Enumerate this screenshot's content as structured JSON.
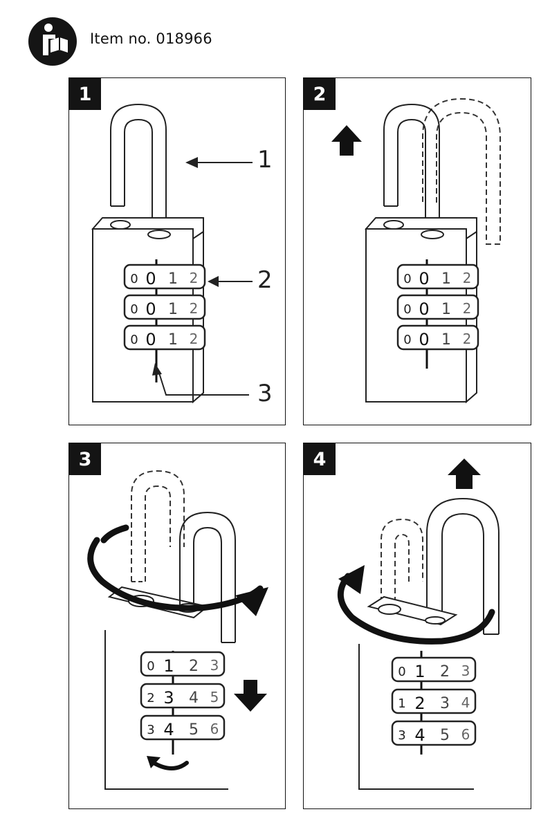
{
  "header": {
    "item_number": "Item no. 018966",
    "icon": "read-manual-icon"
  },
  "panels": [
    {
      "step": "1",
      "callouts": [
        "1",
        "2",
        "3"
      ],
      "dials": [
        [
          "0",
          "0",
          "1",
          "2"
        ],
        [
          "0",
          "0",
          "1",
          "2"
        ],
        [
          "0",
          "0",
          "1",
          "2"
        ]
      ]
    },
    {
      "step": "2",
      "direction": "up-arrow-icon",
      "dials": [
        [
          "0",
          "0",
          "1",
          "2"
        ],
        [
          "0",
          "0",
          "1",
          "2"
        ],
        [
          "0",
          "0",
          "1",
          "2"
        ]
      ]
    },
    {
      "step": "3",
      "direction": "down-arrow-icon",
      "dials": [
        [
          "0",
          "1",
          "2",
          "3"
        ],
        [
          "2",
          "3",
          "4",
          "5"
        ],
        [
          "3",
          "4",
          "5",
          "6"
        ]
      ]
    },
    {
      "step": "4",
      "direction": "up-arrow-icon",
      "dials": [
        [
          "0",
          "1",
          "2",
          "3"
        ],
        [
          "1",
          "2",
          "3",
          "4"
        ],
        [
          "3",
          "4",
          "5",
          "6"
        ]
      ]
    }
  ]
}
